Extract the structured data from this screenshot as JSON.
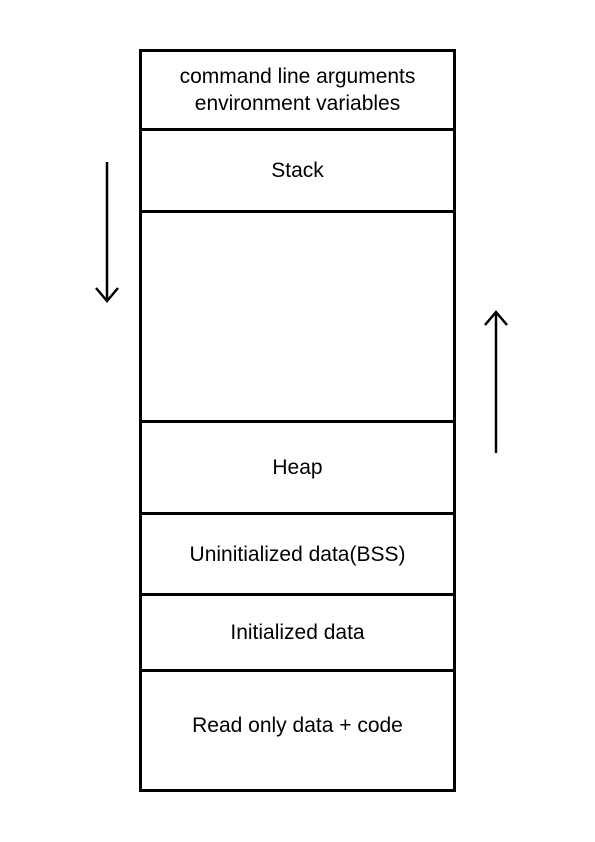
{
  "diagram": {
    "segments": [
      {
        "id": "args",
        "lines": [
          "command line arguments",
          "environment variables"
        ]
      },
      {
        "id": "stack",
        "lines": [
          "Stack"
        ]
      },
      {
        "id": "free",
        "lines": []
      },
      {
        "id": "heap",
        "lines": [
          "Heap"
        ]
      },
      {
        "id": "bss",
        "lines": [
          "Uninitialized data(BSS)"
        ]
      },
      {
        "id": "init",
        "lines": [
          "Initialized data"
        ]
      },
      {
        "id": "ro",
        "lines": [
          "Read only data + code"
        ]
      }
    ],
    "arrows": {
      "stack_growth": {
        "direction": "down",
        "icon": "arrow-down-icon"
      },
      "heap_growth": {
        "direction": "up",
        "icon": "arrow-up-icon"
      }
    },
    "colors": {
      "stroke": "#000000",
      "background": "#ffffff"
    }
  }
}
